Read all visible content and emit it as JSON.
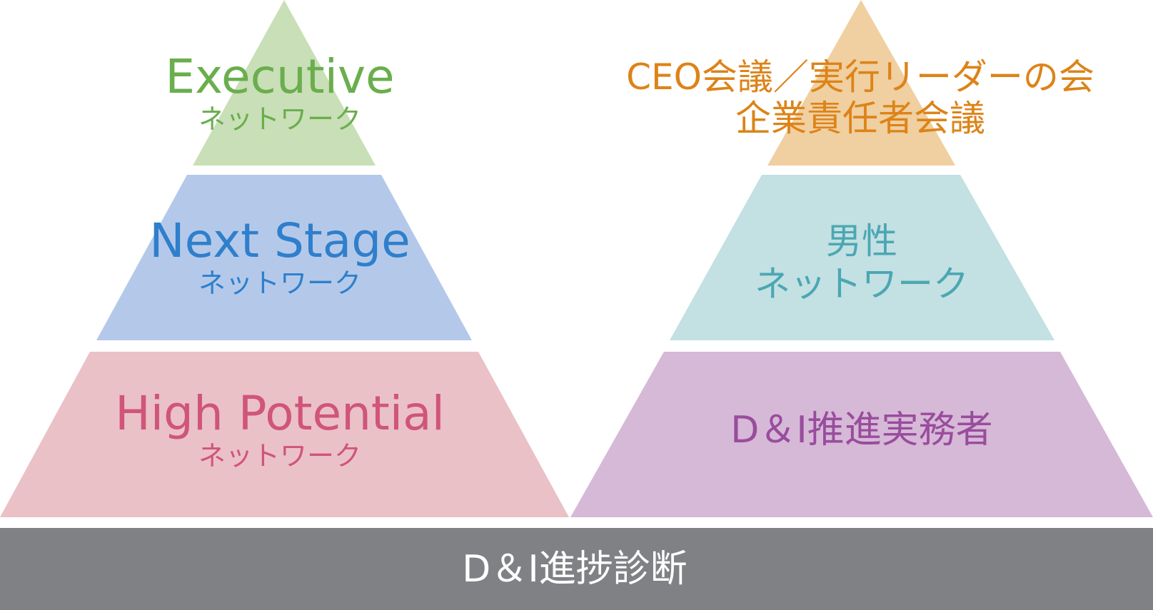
{
  "left_pyramid": {
    "top": {
      "title": "Executive",
      "subtitle": "ネットワーク",
      "fill_color": "#c9dfb7",
      "text_color": "#6aae4d"
    },
    "middle": {
      "title": "Next Stage",
      "subtitle": "ネットワーク",
      "fill_color": "#b4c9e9",
      "text_color": "#2f7fcc"
    },
    "bottom": {
      "title": "High Potential",
      "subtitle": "ネットワーク",
      "fill_color": "#eac1c7",
      "text_color": "#d0557a"
    }
  },
  "right_pyramid": {
    "top": {
      "line1": "CEO会議／実行リーダーの会",
      "line2": "企業責任者会議",
      "fill_color": "#f0cfa0",
      "text_color": "#dd8318"
    },
    "middle": {
      "line1": "男性",
      "line2": "ネットワーク",
      "fill_color": "#c3e0e3",
      "text_color": "#4ba7b2"
    },
    "bottom": {
      "label": "D＆I推進実務者",
      "fill_color": "#d5b9d7",
      "text_color": "#9a4c9c"
    }
  },
  "base_bar": {
    "label": "D＆I進捗診断",
    "fill_color": "#808185",
    "text_color": "#ffffff"
  }
}
